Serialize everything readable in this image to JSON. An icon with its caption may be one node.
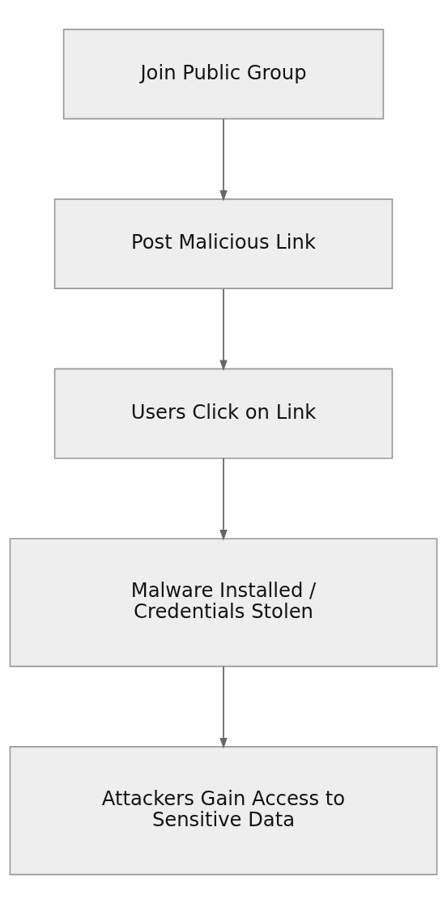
{
  "diagram": {
    "nodes": [
      {
        "text": [
          "Join Public Group"
        ]
      },
      {
        "text": [
          "Post Malicious Link"
        ]
      },
      {
        "text": [
          "Users Click on Link"
        ]
      },
      {
        "text": [
          "Malware Installed / Credentials Stolen"
        ]
      },
      {
        "text": [
          "Attackers Gain Access to Sensitive Data"
        ]
      }
    ],
    "edges": [
      {
        "from": 0,
        "to": 1,
        "arrow": "to"
      },
      {
        "from": 1,
        "to": 2,
        "arrow": "to"
      },
      {
        "from": 2,
        "to": 3,
        "arrow": "to"
      },
      {
        "from": 3,
        "to": 4,
        "arrow": "to"
      }
    ]
  }
}
